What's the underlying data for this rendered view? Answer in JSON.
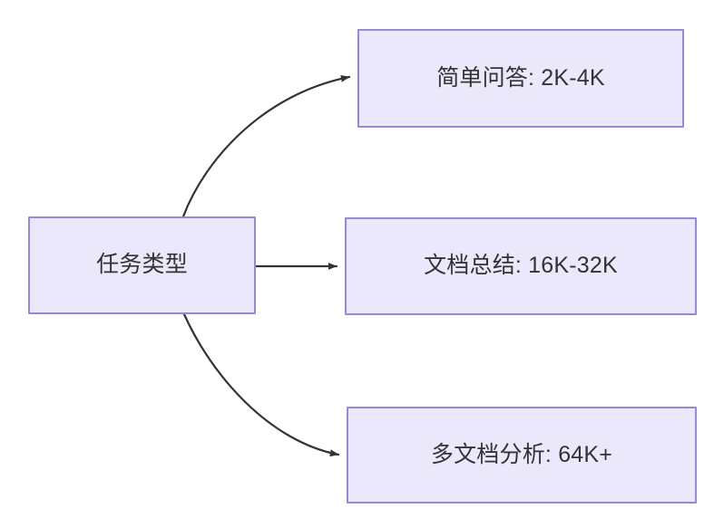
{
  "diagram": {
    "type": "flowchart",
    "direction": "left-to-right",
    "background_color": "#ffffff",
    "node_fill_color": "#ece8fb",
    "node_border_color": "#9b87d8",
    "node_text_color": "#333333",
    "edge_color": "#333333",
    "source_node": {
      "id": "task-type",
      "label": "任务类型"
    },
    "target_nodes": [
      {
        "id": "simple-qa",
        "label": "简单问答: 2K-4K",
        "category": "简单问答",
        "range": "2K-4K"
      },
      {
        "id": "doc-summary",
        "label": "文档总结: 16K-32K",
        "category": "文档总结",
        "range": "16K-32K"
      },
      {
        "id": "multi-doc",
        "label": "多文档分析: 64K+",
        "category": "多文档分析",
        "range": "64K+"
      }
    ],
    "edges": [
      {
        "id": "edge-to-simple-qa",
        "from": "任务类型",
        "to": "简单问答: 2K-4K",
        "style": "curved",
        "arrowhead": "filled-triangle"
      },
      {
        "id": "edge-to-doc-summary",
        "from": "任务类型",
        "to": "文档总结: 16K-32K",
        "style": "straight",
        "arrowhead": "filled-triangle"
      },
      {
        "id": "edge-to-multi-doc",
        "from": "任务类型",
        "to": "多文档分析: 64K+",
        "style": "curved",
        "arrowhead": "filled-triangle"
      }
    ]
  }
}
